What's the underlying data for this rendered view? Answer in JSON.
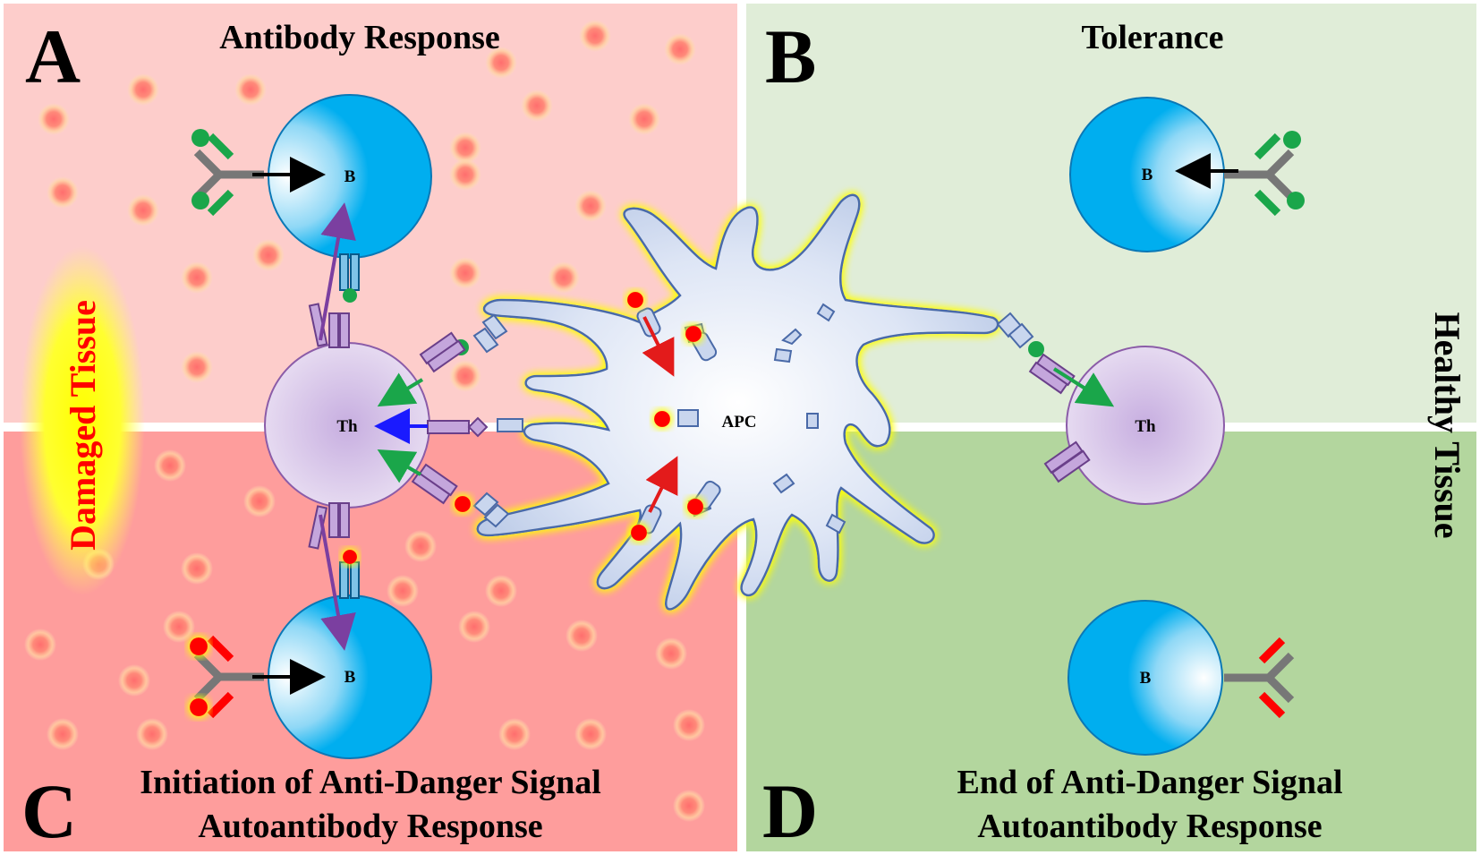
{
  "panels": {
    "a": {
      "letter": "A",
      "title": "Antibody Response",
      "color": "#fdcdcb"
    },
    "b": {
      "letter": "B",
      "title": "Tolerance",
      "color": "#e0edd8"
    },
    "c": {
      "letter": "C",
      "title_line1": "Initiation of Anti-Danger Signal",
      "title_line2": "Autoantibody Response",
      "color": "#fe9d9c"
    },
    "d": {
      "letter": "D",
      "title_line1": "End of Anti-Danger Signal",
      "title_line2": "Autoantibody Response",
      "color": "#b3d69e"
    }
  },
  "side_labels": {
    "damaged": "Damaged Tissue",
    "healthy": "Healthy Tissue"
  },
  "cells": {
    "b_label": "B",
    "th_label": "Th",
    "apc_label": "APC"
  },
  "colors": {
    "b_cell": "#00aeef",
    "th_cell": "#d9c8e6",
    "apc": "#c9d6ee",
    "danger_signal": "#ff0000",
    "self_antigen": "#1aa64a",
    "glow": "#ffff00",
    "arrow_purple": "#7b3fa0",
    "arrow_blue": "#1a1aff",
    "arrow_green": "#1aa64a",
    "arrow_red": "#e31b1b"
  }
}
